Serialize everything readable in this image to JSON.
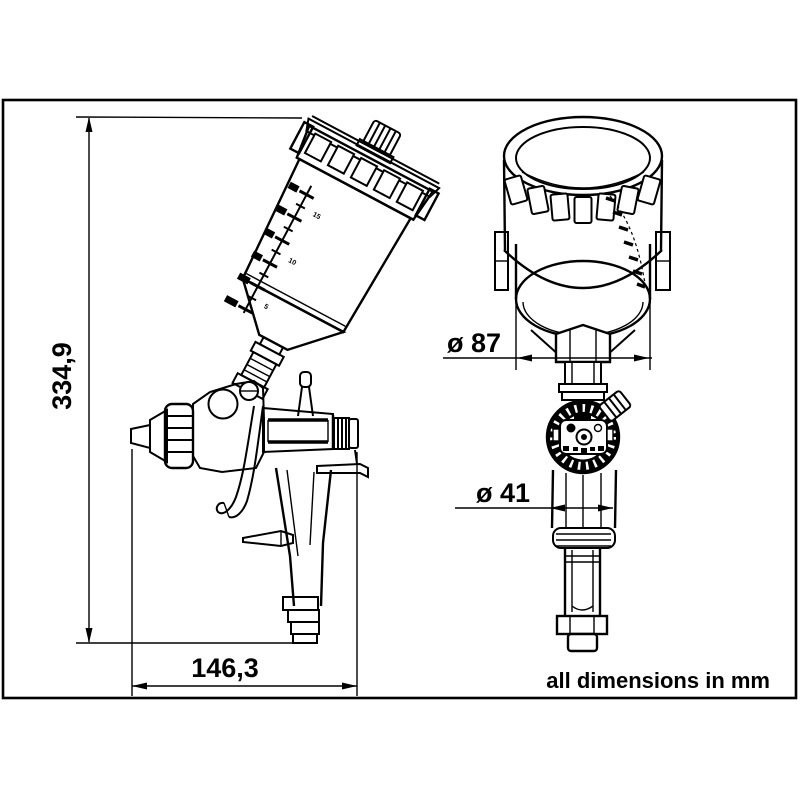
{
  "note": "all dimensions in mm",
  "dimensions": {
    "overall_height": "334,9",
    "overall_length": "146,3",
    "cup_diameter": "ø 87",
    "grip_diameter": "ø 41"
  },
  "cup_scale_labels": [
    "15",
    "10",
    "5"
  ],
  "colors": {
    "line": "#000000",
    "background": "#ffffff"
  }
}
